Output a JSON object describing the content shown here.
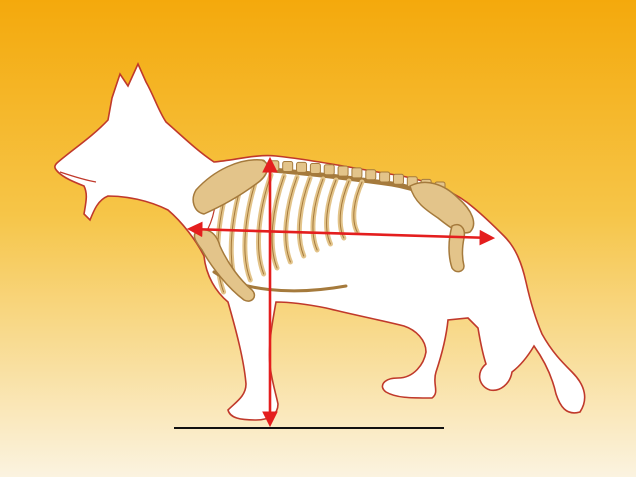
{
  "figure": {
    "subject": "dog-skeleton-proportions",
    "colors": {
      "background_top": "#F4A90C",
      "background_mid": "#F6C548",
      "background_bottom": "#FBF3E0",
      "silhouette_fill": "#FFFFFF",
      "silhouette_outline": "#C0392B",
      "bone": "#E3C48A",
      "bone_shade": "#A57A3C",
      "arrow": "#E41E1E",
      "ground_line": "#111111"
    },
    "elements": [
      "dog-silhouette",
      "rib-cage",
      "spine",
      "shoulder-blade",
      "upper-arm-bone",
      "pelvis",
      "femur",
      "height-arrow",
      "length-arrow",
      "ground-line"
    ]
  }
}
